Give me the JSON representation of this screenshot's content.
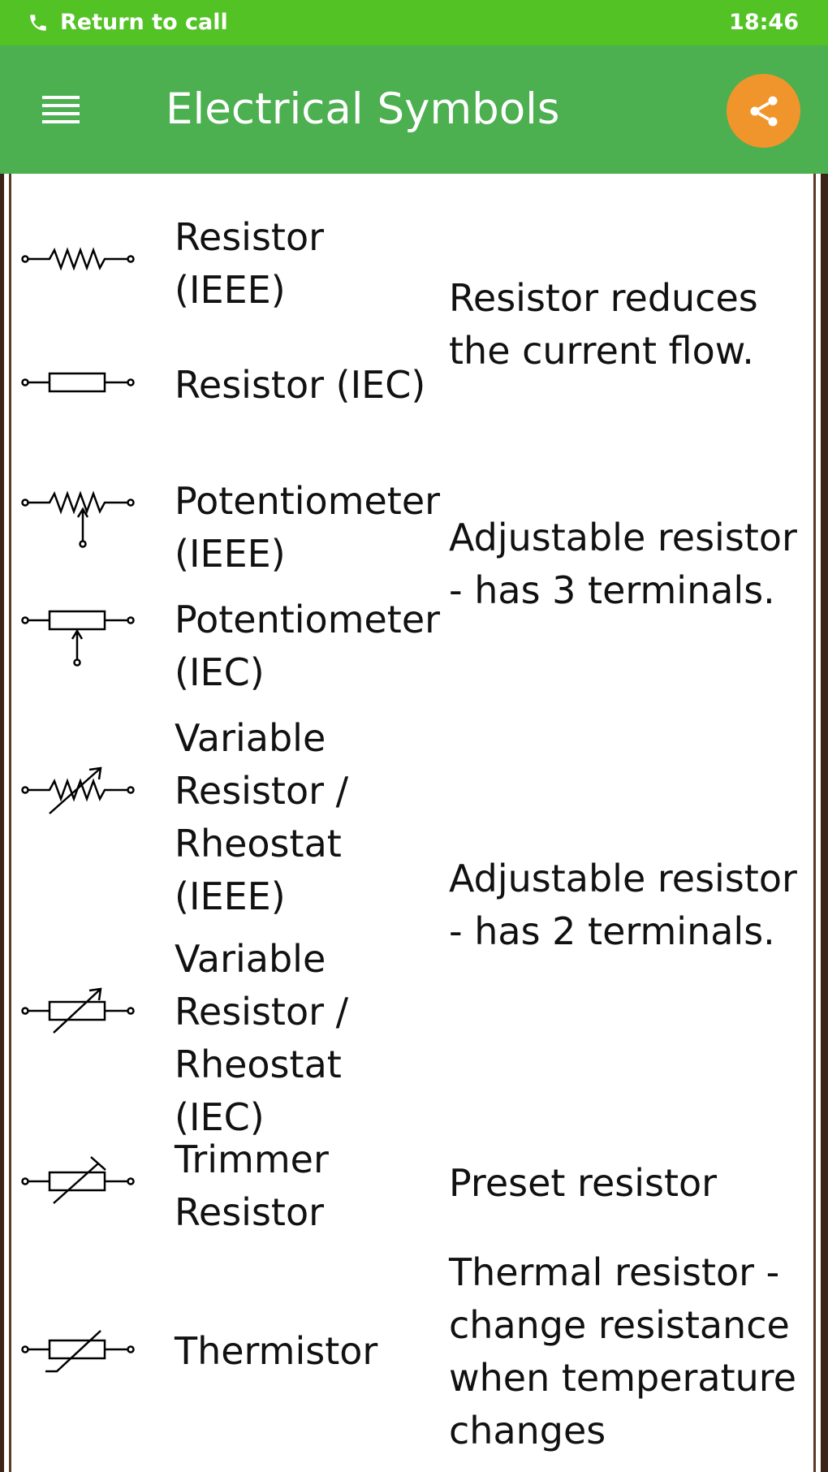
{
  "status_bar": {
    "call_text": "Return to call",
    "time": "18:46"
  },
  "app_bar": {
    "title": "Electrical Symbols",
    "menu_icon": "menu-icon",
    "share_icon": "share-icon"
  },
  "symbols": [
    {
      "name": "Resistor\n(IEEE)",
      "icon": "resistor-ieee-icon"
    },
    {
      "name": "Resistor (IEC)",
      "icon": "resistor-iec-icon"
    },
    {
      "name": "Potentiometer\n(IEEE)",
      "icon": "potentiometer-ieee-icon"
    },
    {
      "name": "Potentiometer\n(IEC)",
      "icon": "potentiometer-iec-icon"
    },
    {
      "name": "Variable\nResistor /\nRheostat\n(IEEE)",
      "icon": "rheostat-ieee-icon"
    },
    {
      "name": "Variable\nResistor /\nRheostat\n(IEC)",
      "icon": "rheostat-iec-icon"
    },
    {
      "name": "Trimmer\nResistor",
      "icon": "trimmer-resistor-icon"
    },
    {
      "name": "Thermistor",
      "icon": "thermistor-icon"
    }
  ],
  "descriptions": [
    "Resistor reduces\nthe current flow.",
    "Adjustable resistor\n- has 3 terminals.",
    "Adjustable resistor\n- has 2 terminals.",
    "Preset resistor",
    "Thermal resistor -\nchange resistance\nwhen temperature\nchanges"
  ],
  "colors": {
    "status_bar": "#52c225",
    "app_bar": "#4caf50",
    "share_button": "#f0952b"
  }
}
